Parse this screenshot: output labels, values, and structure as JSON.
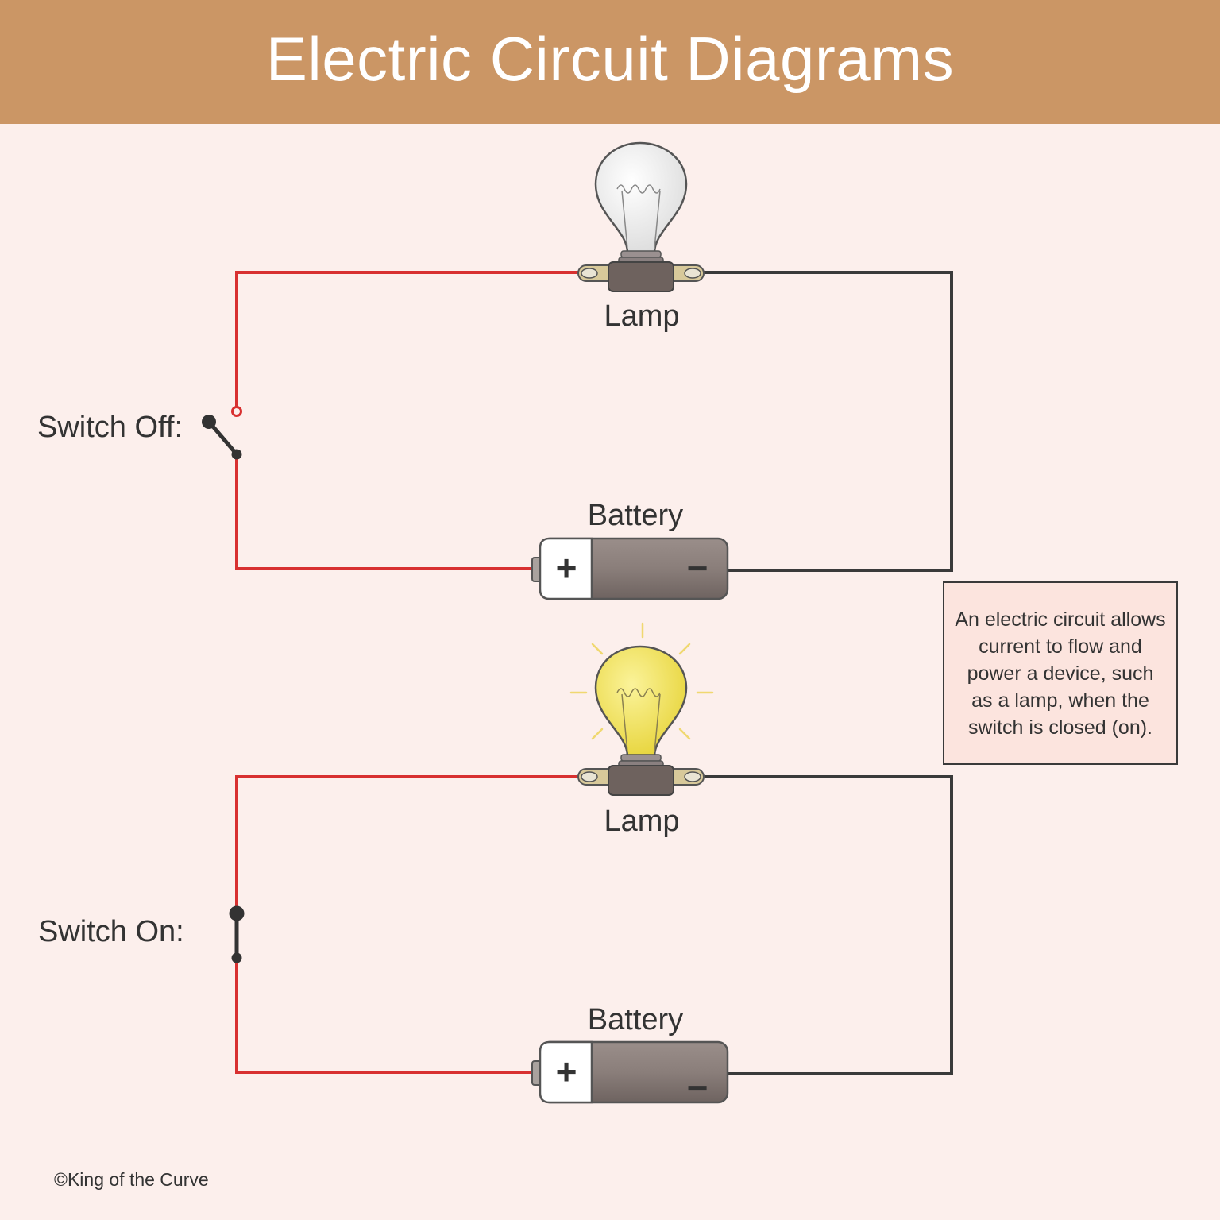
{
  "title": "Electric Circuit Diagrams",
  "circuits": [
    {
      "switch_label": "Switch Off:",
      "switch_state": "off",
      "lamp_label": "Lamp",
      "lamp_lit": false,
      "battery_label": "Battery",
      "battery_plus": "+",
      "battery_minus": "−"
    },
    {
      "switch_label": "Switch On:",
      "switch_state": "on",
      "lamp_label": "Lamp",
      "lamp_lit": true,
      "battery_label": "Battery",
      "battery_plus": "+",
      "battery_minus": "−"
    }
  ],
  "info": "An electric circuit allows current to flow and power a device, such as a lamp, when the switch is closed (on).",
  "credit": "©King of the Curve",
  "colors": {
    "header": "#cb9665",
    "background": "#fcefec",
    "wire_positive": "#d83030",
    "wire_negative": "#3a3a3a",
    "bulb_lit": "#f3e650",
    "bulb_off": "#f2f2f2",
    "info_bg": "#fce4de"
  }
}
